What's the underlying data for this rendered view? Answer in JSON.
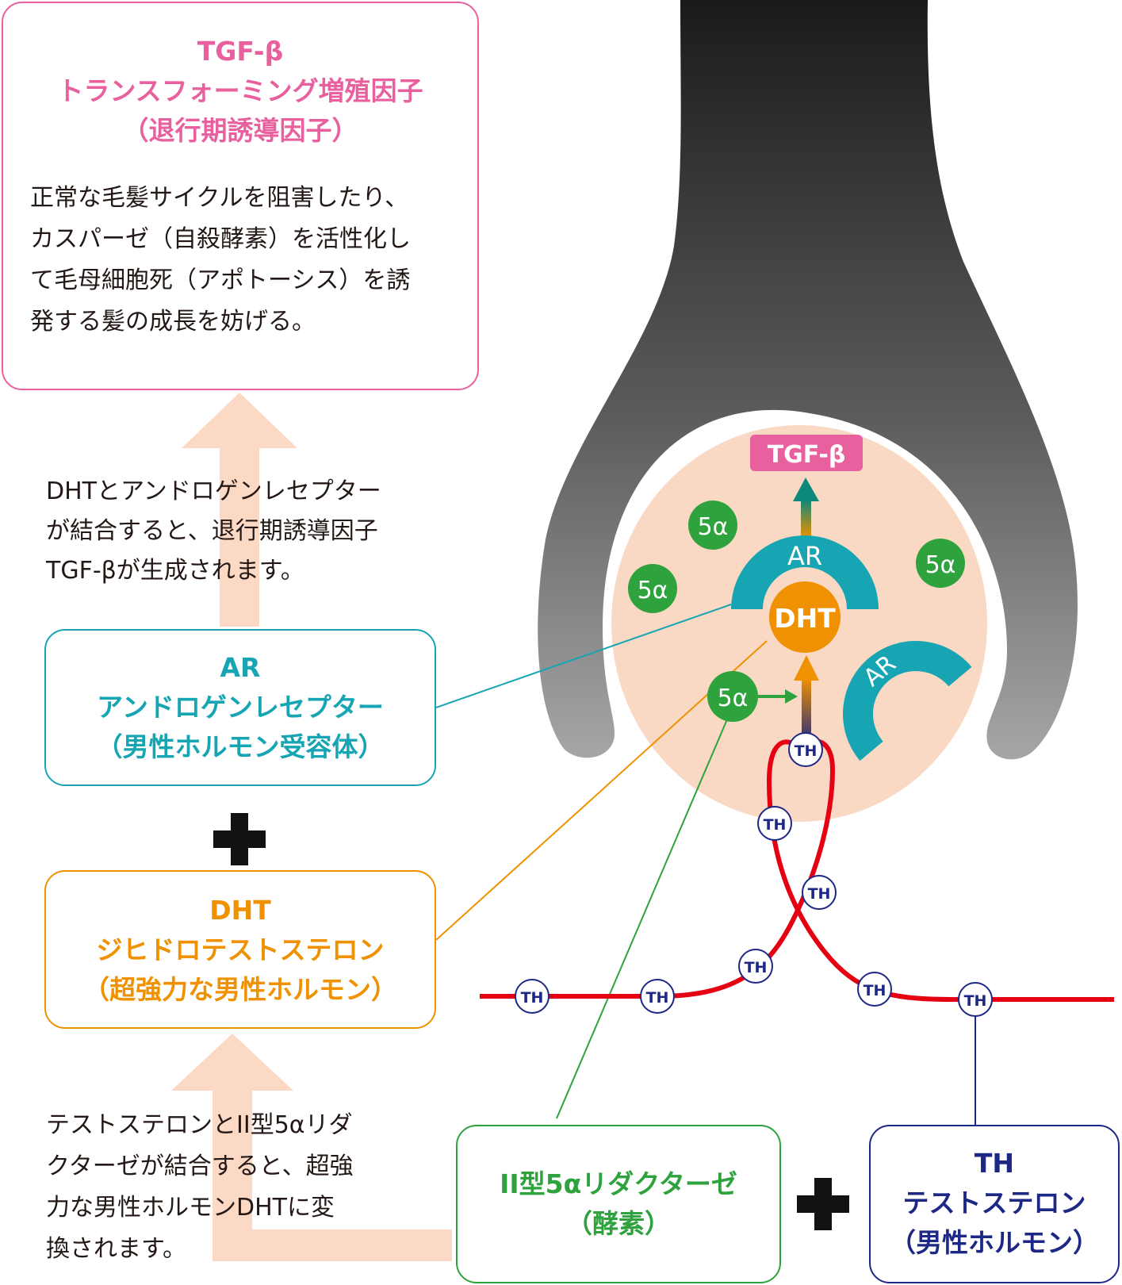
{
  "colors": {
    "pink": "#e8609e",
    "teal": "#17a5b3",
    "orange": "#ef9100",
    "green": "#2ea23c",
    "navy": "#1d2785",
    "red": "#e50012",
    "peach": "#f9d8c4",
    "arrow_peach": "#fbd9c5"
  },
  "tgf_box": {
    "title_lines": [
      "TGF-β",
      "トランスフォーミング増殖因子",
      "（退行期誘導因子）"
    ],
    "body_lines": [
      "正常な毛髪サイクルを阻害したり、",
      "カスパーゼ（自殺酵素）を活性化し",
      "て毛母細胞死（アポトーシス）を誘",
      "発する髪の成長を妨げる。"
    ]
  },
  "caption_top": {
    "lines": [
      "DHTとアンドロゲンレセプター",
      "が結合すると、退行期誘導因子",
      "TGF-βが生成されます。"
    ]
  },
  "ar_box": {
    "title_lines": [
      "AR",
      "アンドロゲンレセプター",
      "（男性ホルモン受容体）"
    ]
  },
  "dht_box": {
    "title_lines": [
      "DHT",
      "ジヒドロテストステロン",
      "（超強力な男性ホルモン）"
    ]
  },
  "caption_bottom": {
    "lines": [
      "テストステロンとII型5αリダ",
      "クターゼが結合すると、超強",
      "力な男性ホルモンDHTに変",
      "換されます。"
    ]
  },
  "reductase_box": {
    "title_lines": [
      "II型5αリダクターゼ",
      "（酵素）"
    ]
  },
  "th_box": {
    "title_lines": [
      "TH",
      "テストステロン",
      "（男性ホルモン）"
    ]
  },
  "diagram_labels": {
    "tgf_tag": "TGF-β",
    "ar": "AR",
    "dht": "DHT",
    "five_alpha": "5α",
    "th": "TH"
  }
}
